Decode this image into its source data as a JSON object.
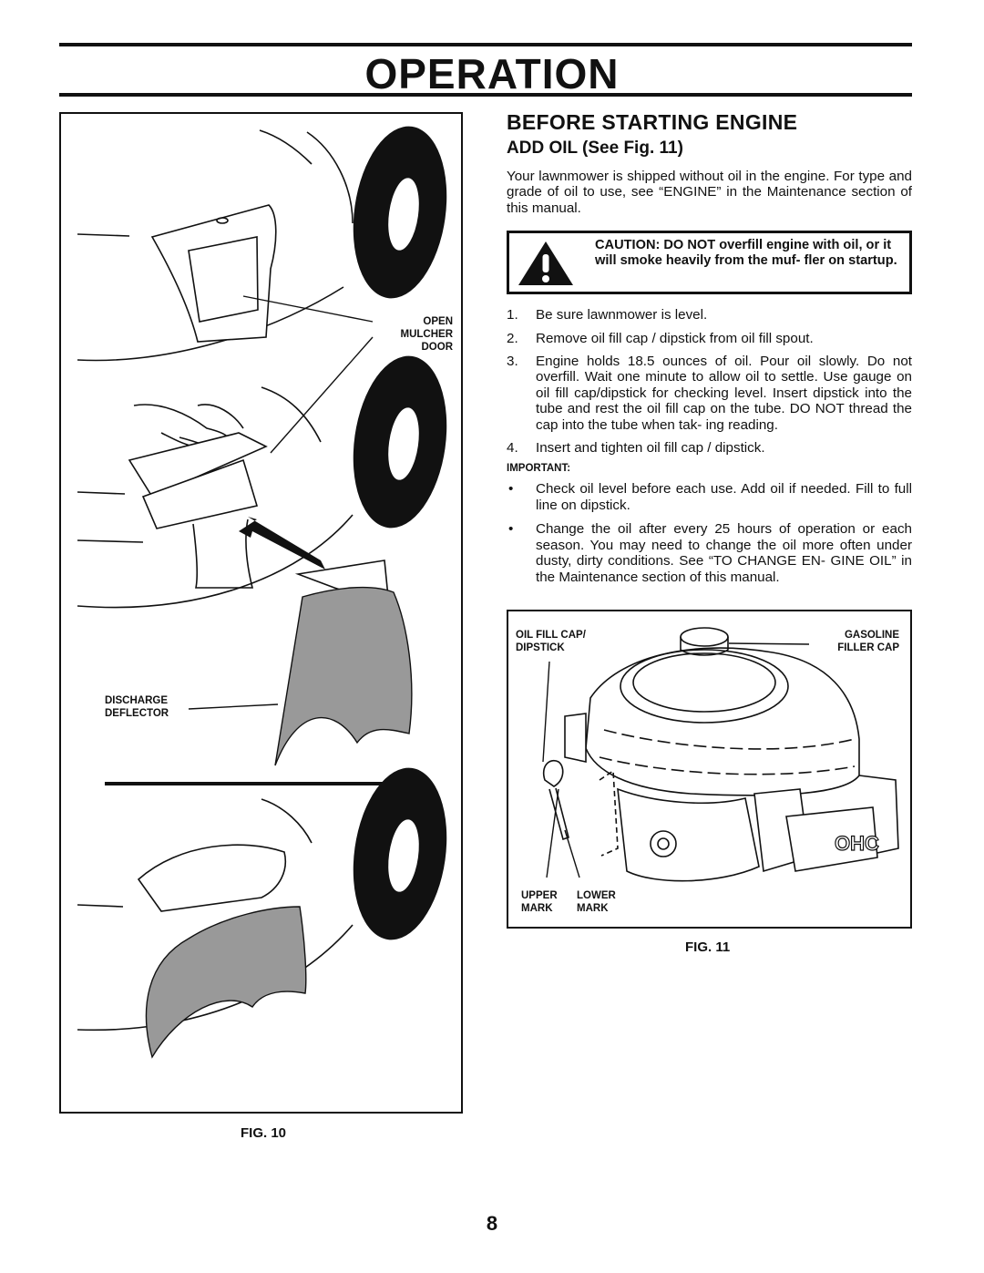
{
  "header": {
    "title": "OPERATION"
  },
  "fig10": {
    "callout_open": [
      "OPEN",
      "MULCHER",
      "DOOR"
    ],
    "callout_deflector": [
      "DISCHARGE",
      "DEFLECTOR"
    ],
    "caption": "FIG. 10"
  },
  "section": {
    "title": "BEFORE STARTING ENGINE",
    "subtitle": "ADD OIL (See Fig. 11)",
    "intro": "Your lawnmower is shipped without oil in the engine. For type and grade of oil to use, see “ENGINE” in the Maintenance section of this manual.",
    "caution": "CAUTION: DO NOT overfill engine with oil, or it will smoke heavily from the muf- fler on startup.",
    "steps": [
      {
        "num": "1.",
        "text": "Be sure lawnmower is level."
      },
      {
        "num": "2.",
        "text": "Remove oil fill cap / dipstick from oil fill spout."
      },
      {
        "num": "3.",
        "text": "Engine holds 18.5 ounces of oil.  Pour oil slowly.  Do not overfill.  Wait one minute to allow oil to settle.  Use gauge on oil fill cap/dipstick for checking level.  Insert dipstick into the tube and rest the oil fill cap on the tube.  DO NOT thread the cap into the tube when tak- ing reading."
      },
      {
        "num": "4.",
        "text": "Insert and tighten oil fill cap / dipstick."
      }
    ],
    "important_label": "IMPORTANT:",
    "bullets": [
      "Check oil level before each use.  Add oil if needed.  Fill to full line on dipstick.",
      "Change the oil after every 25 hours of operation or each season.  You may need to change the oil more often under dusty, dirty conditions.  See “TO CHANGE EN- GINE OIL” in the Maintenance section of this manual."
    ]
  },
  "fig11": {
    "label_oil": [
      "OIL FILL CAP/",
      "DIPSTICK"
    ],
    "label_gas": [
      "GASOLINE",
      "FILLER CAP"
    ],
    "label_upper": [
      "UPPER",
      "MARK"
    ],
    "label_lower": [
      "LOWER",
      "MARK"
    ],
    "engine_badge": "OHC",
    "caption": "FIG. 11"
  },
  "page_number": "8"
}
